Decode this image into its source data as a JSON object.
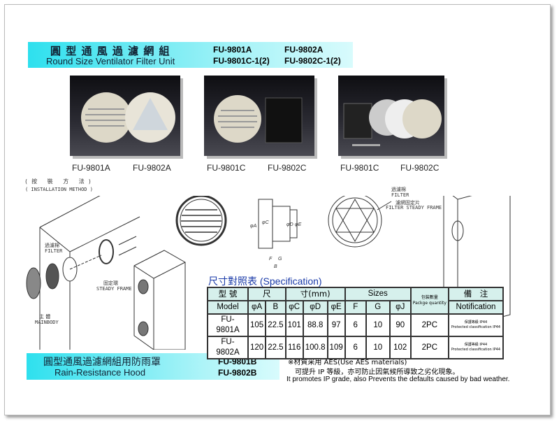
{
  "header": {
    "title_zh": "圓 型 通 風 過 濾 網 組",
    "title_en": "Round Size Ventilator Filter Unit",
    "models": [
      "FU-9801A",
      "FU-9802A",
      "FU-9801C-1(2)",
      "FU-9802C-1(2)"
    ]
  },
  "photos": [
    {
      "labels": [
        "FU-9801A",
        "FU-9802A"
      ]
    },
    {
      "labels": [
        "FU-9801C",
        "FU-9802C"
      ]
    },
    {
      "labels": [
        "FU-9801C",
        "FU-9802C"
      ]
    }
  ],
  "installation": {
    "title_zh": "(按 裝 方 法)",
    "title_en": "( INSTALLATION METHOD )",
    "filter_zh": "過濾棉",
    "filter_en": "FILTER",
    "frame_zh": "固定環",
    "frame_en": "STEADY FRAME",
    "main_zh": "主 體",
    "main_en": "MAINBODY",
    "filter_frame_zh": "濾網固定片",
    "filter_frame_en": "FILTER STEADY FRAME"
  },
  "dimension_labels": [
    "φA",
    "φC",
    "φD",
    "φE",
    "F",
    "B",
    "G"
  ],
  "spec": {
    "title_zh": "尺寸對照表",
    "title_en": "(Specification)",
    "model_zh": "型 號",
    "model_en": "Model",
    "size_zh1": "尺",
    "size_zh2": "寸(mm)",
    "size_en": "Sizes",
    "pkg_zh": "包裝數量",
    "pkg_en": "Packge quantity",
    "note_zh": "備　注",
    "note_en": "Notification",
    "columns": [
      "φA",
      "B",
      "φC",
      "φD",
      "φE",
      "F",
      "G",
      "φJ"
    ],
    "rows": [
      {
        "model": "FU-9801A",
        "values": [
          "105",
          "22.5",
          "101",
          "88.8",
          "97",
          "6",
          "10",
          "90"
        ],
        "pkg": "2PC",
        "note1": "保護等級 IP44",
        "note2": "Protected classification IP44"
      },
      {
        "model": "FU-9802A",
        "values": [
          "120",
          "22.5",
          "116",
          "100.8",
          "109",
          "6",
          "10",
          "102"
        ],
        "pkg": "2PC",
        "note1": "保護等級 IP44",
        "note2": "Protected classification IP44"
      }
    ]
  },
  "hood": {
    "title_zh": "圓型通風過濾網組用防雨罩",
    "title_en": "Rain-Resistance Hood",
    "models": [
      "FU-9801B",
      "FU-9802B"
    ]
  },
  "material": {
    "line1": "※材質采用 AES(Use AES materials)",
    "line2": "可提升 IP 等級，亦可防止因氣候所導致之劣化現象。",
    "line3": "It promotes IP grade, also Prevents the defaults caused by bad weather."
  }
}
